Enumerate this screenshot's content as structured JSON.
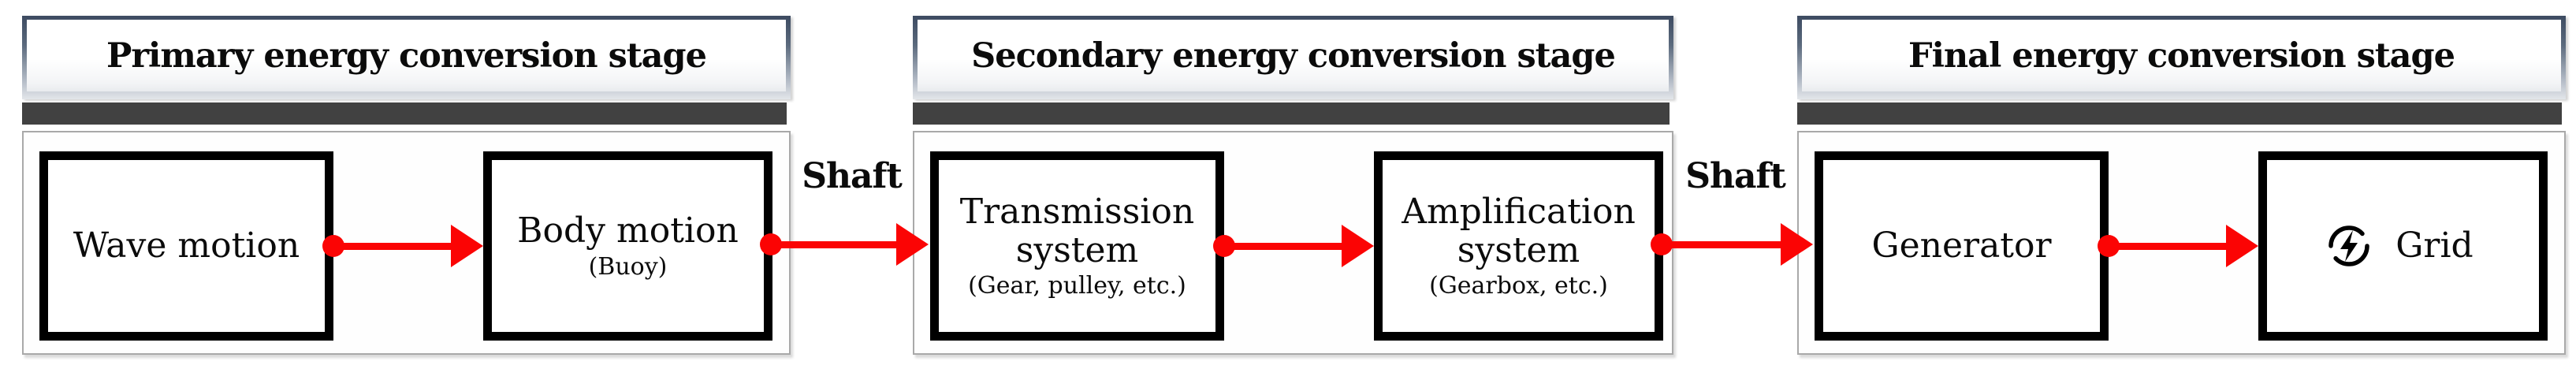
{
  "stages": [
    {
      "title": "Primary energy conversion stage",
      "nodes": [
        {
          "label": "Wave motion"
        },
        {
          "label": "Body motion",
          "sublabel": "(Buoy)"
        }
      ]
    },
    {
      "title": "Secondary energy conversion stage",
      "nodes": [
        {
          "label": "Transmission system",
          "sublabel": "(Gear, pulley, etc.)"
        },
        {
          "label": "Amplification system",
          "sublabel": "(Gearbox, etc.)"
        }
      ]
    },
    {
      "title": "Final energy conversion stage",
      "nodes": [
        {
          "label": "Generator"
        },
        {
          "label": "Grid",
          "icon": "energy-bolt-icon"
        }
      ]
    }
  ],
  "connectors": [
    {
      "label": "Shaft"
    },
    {
      "label": "Shaft"
    }
  ],
  "colors": {
    "arrow_red": "#fb0404",
    "header_frame": "#3d4b61",
    "bar_gray": "#414141",
    "content_border": "#a9a9a9",
    "box_border": "#000000"
  }
}
